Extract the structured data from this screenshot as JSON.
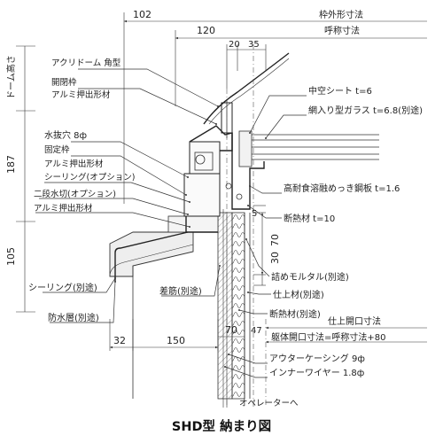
{
  "caption": "SHD型 納まり図",
  "dimensions": {
    "d102": "102",
    "d120": "120",
    "d20": "20",
    "d35": "35",
    "d187": "187",
    "d105": "105",
    "d5": "5",
    "d70a": "70",
    "d30": "30",
    "d32": "32",
    "d150": "150",
    "d70b": "70",
    "d47": "47"
  },
  "labels": {
    "frame_outer": "枠外形寸法",
    "nominal": "呼称寸法",
    "dome_height": "ドーム高さ",
    "acrylic_dome": "アクリドーム 角型",
    "open_frame": "開閉枠",
    "alu_extrusion1": "アルミ押出形材",
    "drain_hole": "水抜穴 8ф",
    "fixed_frame": "固定枠",
    "alu_extrusion2": "アルミ押出形材",
    "sealing_opt": "シーリング(オプション)",
    "two_stage_drip": "二段水切(オプション)",
    "alu_extrusion3": "アルミ押出形材",
    "sealing_sep": "シーリング(別途)",
    "waterproof": "防水層(別途)",
    "rebar": "差筋(別途)",
    "hollow_sheet": "中空シート t=6",
    "wired_glass": "網入り型ガラス t=6.8(別途)",
    "steel_plate": "高耐食溶融めっき鋼板 t=1.6",
    "insulation_top": "断熱材 t=10",
    "mortar": "詰めモルタル(別途)",
    "finish": "仕上材(別途)",
    "insulation_sep": "断熱材(別途)",
    "finish_open": "仕上開口寸法",
    "frame_open": "躯体開口寸法=呼称寸法+80",
    "outer_casing": "アウターケーシング 9ф",
    "inner_wire": "インナーワイヤー 1.8ф",
    "to_operator": "オペレーターへ"
  }
}
